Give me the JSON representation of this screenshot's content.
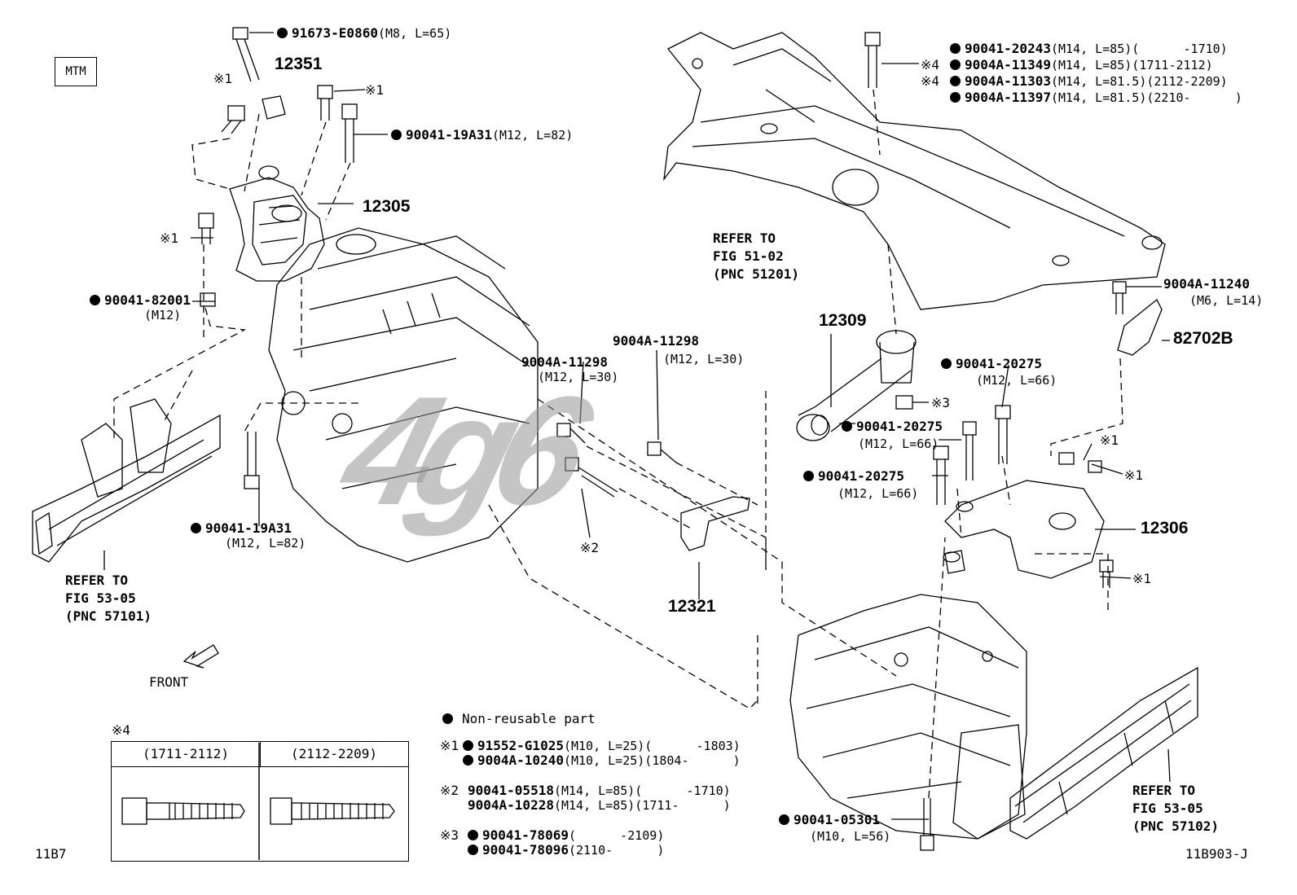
{
  "header": {
    "badge": "MTM"
  },
  "parts": {
    "p12351": "12351",
    "p12305": "12305",
    "p12309": "12309",
    "p82702B": "82702B",
    "p12306": "12306",
    "p12321": "12321"
  },
  "callouts": {
    "c1": {
      "part": "91673-E0860",
      "spec": "(M8, L=65)"
    },
    "c2": {
      "part": "90041-19A31",
      "spec": "(M12, L=82)"
    },
    "c3": {
      "part": "90041-82001",
      "spec": "(M12)"
    },
    "c4": {
      "part": "90041-19A31",
      "spec": "(M12, L=82)"
    },
    "c5": {
      "part": "9004A-11298",
      "spec": "(M12, L=30)"
    },
    "c6": {
      "part": "9004A-11298",
      "spec": "(M12, L=30)"
    },
    "c7": {
      "part": "90041-20275",
      "spec": "(M12, L=66)"
    },
    "c8": {
      "part": "90041-20275",
      "spec": "(M12, L=66)"
    },
    "c9": {
      "part": "90041-20275",
      "spec": "(M12, L=66)"
    },
    "c10": {
      "part": "9004A-11240",
      "spec": "(M6, L=14)"
    },
    "c11": {
      "part": "90041-05301",
      "spec": "(M10, L=56)"
    }
  },
  "subframe_bolts": [
    {
      "mark": "",
      "part": "90041-20243",
      "spec": "(M14, L=85)(      -1710)"
    },
    {
      "mark": "※4",
      "part": "9004A-11349",
      "spec": "(M14, L=85)(1711-2112)"
    },
    {
      "mark": "※4",
      "part": "9004A-11303",
      "spec": "(M14, L=81.5)(2112-2209)"
    },
    {
      "mark": "",
      "part": "9004A-11397",
      "spec": "(M14, L=81.5)(2210-      )"
    }
  ],
  "marks": {
    "m1": "※1",
    "m2": "※1",
    "m3": "※1",
    "m4": "※1",
    "m5": "※1",
    "m6": "※1",
    "m7": "※2",
    "m8": "※3",
    "m9": "※4"
  },
  "refs": {
    "left": {
      "line1": "REFER TO",
      "line2": "FIG 53-05",
      "line3": "(PNC 57101)"
    },
    "top": {
      "line1": "REFER TO",
      "line2": "FIG 51-02",
      "line3": "(PNC 51201)"
    },
    "right": {
      "line1": "REFER TO",
      "line2": "FIG 53-05",
      "line3": "(PNC 57102)"
    }
  },
  "front_label": "FRONT",
  "legend": {
    "nonreusable": "Non-reusable part",
    "n1": {
      "mark": "※1",
      "rows": [
        {
          "part": "91552-G1025",
          "spec": "(M10, L=25)(      -1803)"
        },
        {
          "part": "9004A-10240",
          "spec": "(M10, L=25)(1804-      )"
        }
      ]
    },
    "n2": {
      "mark": "※2",
      "rows": [
        {
          "part": "90041-05518",
          "spec": "(M14, L=85)(      -1710)"
        },
        {
          "part": "9004A-10228",
          "spec": "(M14, L=85)(1711-      )"
        }
      ]
    },
    "n3": {
      "mark": "※3",
      "rows": [
        {
          "part": "90041-78069",
          "spec": "(      -2109)"
        },
        {
          "part": "90041-78096",
          "spec": "(2110-      )"
        }
      ]
    }
  },
  "table4": {
    "mark": "※4",
    "col1": "(1711-2112)",
    "col2": "(2112-2209)"
  },
  "footer": {
    "left": "11B7",
    "right": "11B903-J"
  },
  "watermark": "4g6"
}
